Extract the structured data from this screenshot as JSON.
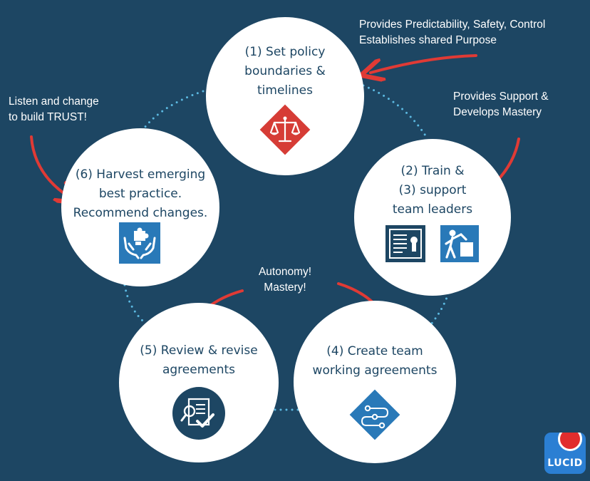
{
  "nodes": {
    "step1": {
      "lines": [
        "(1) Set policy",
        "boundaries &",
        "timelines"
      ],
      "icon": "scales-icon"
    },
    "step2": {
      "lines": [
        "(2) Train &",
        "(3) support",
        "team leaders"
      ],
      "icons": [
        "certificate-icon",
        "support-person-icon"
      ]
    },
    "step4": {
      "lines": [
        "(4) Create team",
        "working agreements"
      ],
      "icon": "workflow-icon"
    },
    "step5": {
      "lines": [
        "(5) Review & revise",
        "agreements"
      ],
      "icon": "document-review-icon"
    },
    "step6": {
      "lines": [
        "(6) Harvest emerging",
        "best practice.",
        "Recommend changes."
      ],
      "icon": "puzzle-hands-icon"
    }
  },
  "notes": {
    "top_right": [
      "Provides Predictability, Safety, Control",
      "Establishes shared Purpose"
    ],
    "right": [
      "Provides Support &",
      "Develops Mastery"
    ],
    "left": [
      "Listen and change",
      "to build TRUST!"
    ],
    "center": [
      "Autonomy!",
      "Mastery!"
    ]
  },
  "logo": {
    "text": "LUCID"
  },
  "colors": {
    "background": "#1d4663",
    "circle": "#ffffff",
    "text": "#1d4663",
    "arrow": "#e03a35",
    "dots": "#5bb8e0",
    "icon_red": "#d63c36",
    "icon_blue": "#2979b8",
    "icon_navy": "#1d4663",
    "logo_blue": "#2b7fd3"
  }
}
